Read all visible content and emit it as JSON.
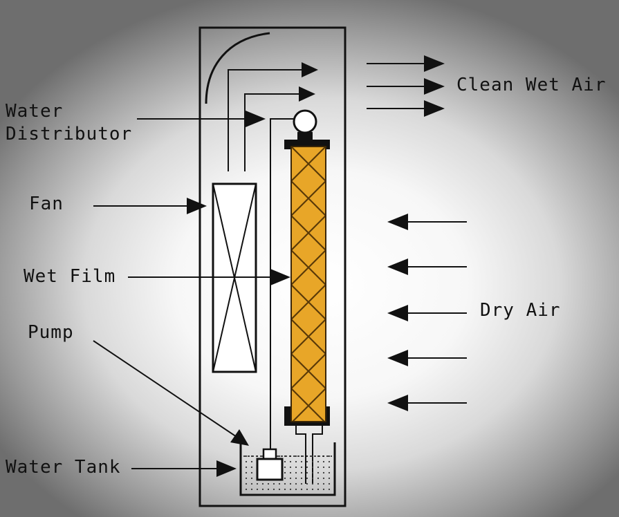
{
  "labels": {
    "clean_wet_air": "Clean Wet Air",
    "water_distributor_line1": "Water",
    "water_distributor_line2": "Distributor",
    "fan": "Fan",
    "wet_film": "Wet Film",
    "dry_air": "Dry Air",
    "pump": "Pump",
    "water_tank": "Water Tank"
  },
  "colors": {
    "line": "#111111",
    "wet_film_fill": "#e8a628",
    "wet_film_lattice": "#5a3a08",
    "water_dots": "#333333"
  }
}
